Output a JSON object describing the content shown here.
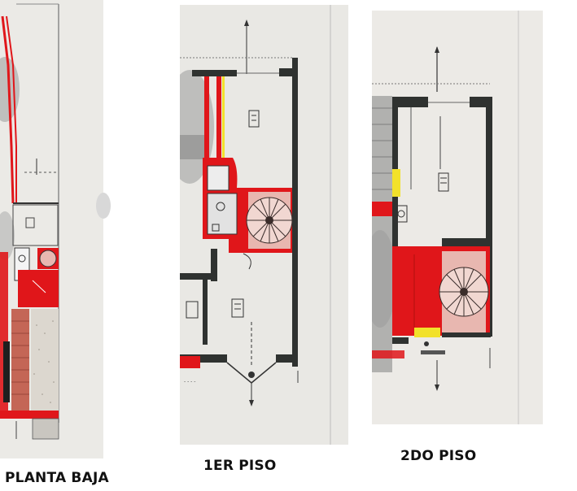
{
  "labels": {
    "planta_baja": "PLANTA BAJA",
    "primer_piso": "1ER PISO",
    "segundo_piso": "2DO PISO"
  },
  "colors": {
    "paper": "#e9e8e4",
    "wall": "#2f3230",
    "highlight_red": "#e0161a",
    "highlight_yellow": "#f2e12a",
    "stair_fill": "#e8b7b0",
    "floor_hatch": "#d9d3cb"
  }
}
